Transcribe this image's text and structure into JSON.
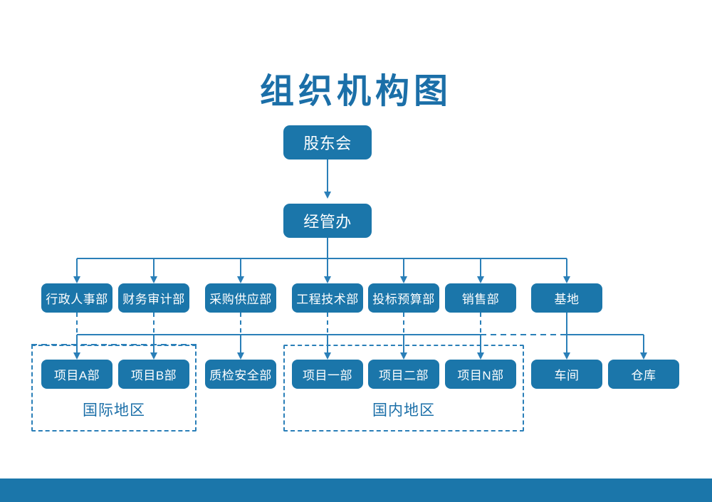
{
  "title": "组织机构图",
  "colors": {
    "node_fill": "#1b76aa",
    "title": "#1b6fa8",
    "line": "#2a7fb8",
    "group_border": "#2a7fb8",
    "footer": "#1b76aa",
    "node_text": "#ffffff"
  },
  "nodes": {
    "shareholders": "股东会",
    "management_office": "经管办",
    "departments": [
      {
        "label": "行政人事部"
      },
      {
        "label": "财务审计部"
      },
      {
        "label": "采购供应部"
      },
      {
        "label": "工程技术部"
      },
      {
        "label": "投标预算部"
      },
      {
        "label": "销售部"
      },
      {
        "label": "基地"
      }
    ],
    "sub_units": [
      {
        "label": "项目A部"
      },
      {
        "label": "项目B部"
      },
      {
        "label": "质检安全部"
      },
      {
        "label": "项目一部"
      },
      {
        "label": "项目二部"
      },
      {
        "label": "项目N部"
      },
      {
        "label": "车间"
      },
      {
        "label": "仓库"
      }
    ]
  },
  "groups": [
    {
      "label": "国际地区"
    },
    {
      "label": "国内地区"
    }
  ]
}
